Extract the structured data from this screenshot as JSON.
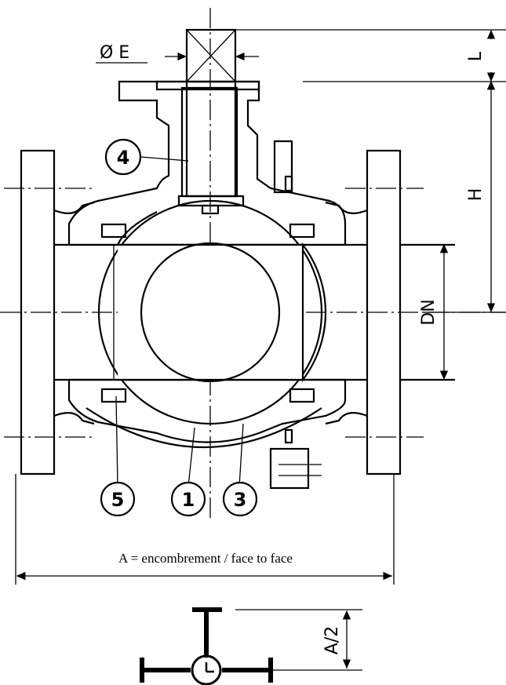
{
  "callouts": {
    "c1": "1",
    "c3": "3",
    "c4": "4",
    "c5": "5"
  },
  "dimensions": {
    "stem_diameter": "Ø E",
    "stem_length": "L",
    "height": "H",
    "bore": "DN",
    "half_length": "A/2"
  },
  "caption": "A = encombrement / face to face"
}
